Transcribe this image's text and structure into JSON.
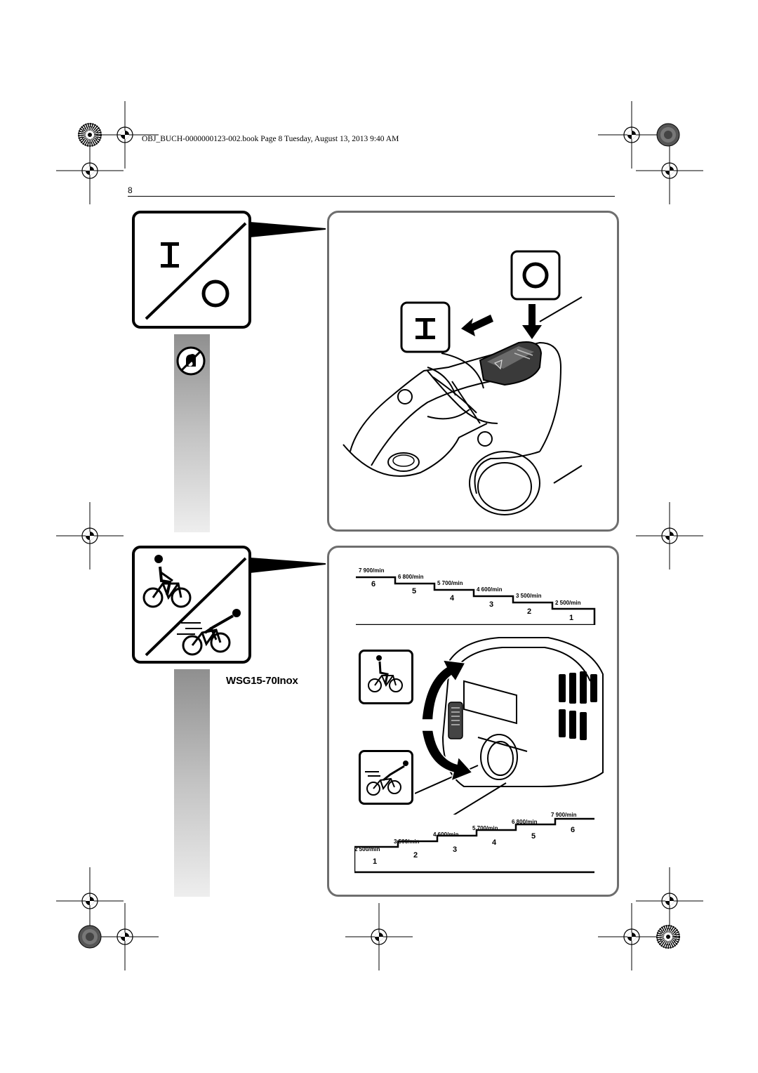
{
  "header": {
    "book_info": "OBJ_BUCH-0000000123-002.book  Page 8  Tuesday, August 13, 2013  9:40 AM",
    "page_number": "8"
  },
  "on_off": {
    "on_symbol": "I",
    "off_symbol": "O"
  },
  "model_name": "WSG15-70Inox",
  "speed_steps_top": [
    {
      "speed": "7 900/min",
      "level": "6"
    },
    {
      "speed": "6 800/min",
      "level": "5"
    },
    {
      "speed": "5 700/min",
      "level": "4"
    },
    {
      "speed": "4 600/min",
      "level": "3"
    },
    {
      "speed": "3 500/min",
      "level": "2"
    },
    {
      "speed": "2 500/min",
      "level": "1"
    }
  ],
  "speed_steps_bottom": [
    {
      "speed": "2 500/min",
      "level": "1"
    },
    {
      "speed": "3 500/min",
      "level": "2"
    },
    {
      "speed": "4 600/min",
      "level": "3"
    },
    {
      "speed": "5 700/min",
      "level": "4"
    },
    {
      "speed": "6 800/min",
      "level": "5"
    },
    {
      "speed": "7 900/min",
      "level": "6"
    }
  ],
  "icons": [
    "registration-mark-icon",
    "color-wheel-icon",
    "on-off-switch-icon",
    "no-glove-icon",
    "slow-cyclist-icon",
    "fast-cyclist-icon",
    "arrow-icon",
    "rotate-arrow-icon"
  ]
}
